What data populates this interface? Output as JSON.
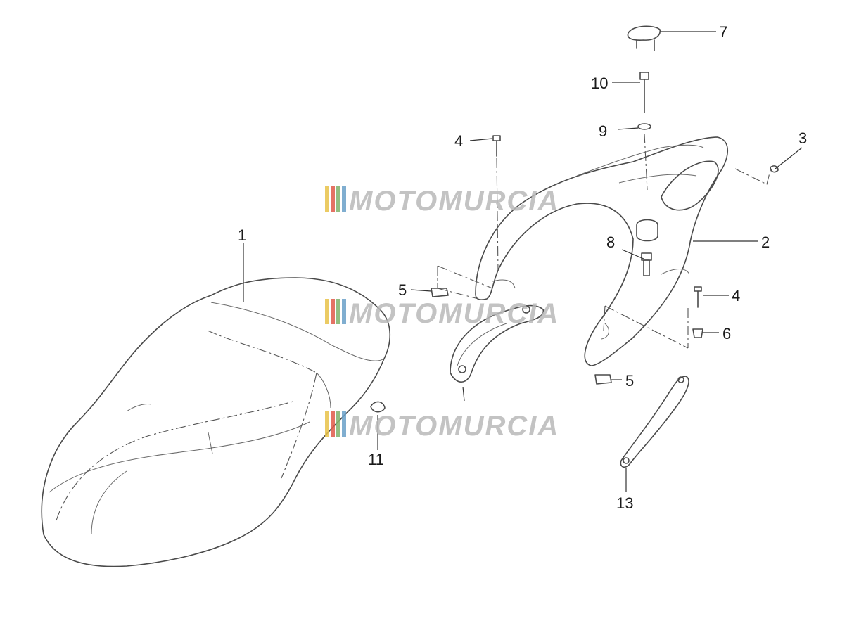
{
  "watermark": {
    "text": "MOTOMURCIA",
    "colors": {
      "stripe_1": "#e8c24a",
      "stripe_2": "#e05a4a",
      "stripe_3": "#7fb26a",
      "stripe_4": "#6aa0c8",
      "text": "#b9b9b9"
    }
  },
  "callouts": [
    {
      "id": "1",
      "label": "1"
    },
    {
      "id": "2",
      "label": "2"
    },
    {
      "id": "3",
      "label": "3"
    },
    {
      "id": "4a",
      "label": "4"
    },
    {
      "id": "4b",
      "label": "4"
    },
    {
      "id": "5a",
      "label": "5"
    },
    {
      "id": "5b",
      "label": "5"
    },
    {
      "id": "6",
      "label": "6"
    },
    {
      "id": "7",
      "label": "7"
    },
    {
      "id": "8",
      "label": "8"
    },
    {
      "id": "9",
      "label": "9"
    },
    {
      "id": "10",
      "label": "10"
    },
    {
      "id": "11",
      "label": "11"
    },
    {
      "id": "13",
      "label": "13"
    }
  ]
}
